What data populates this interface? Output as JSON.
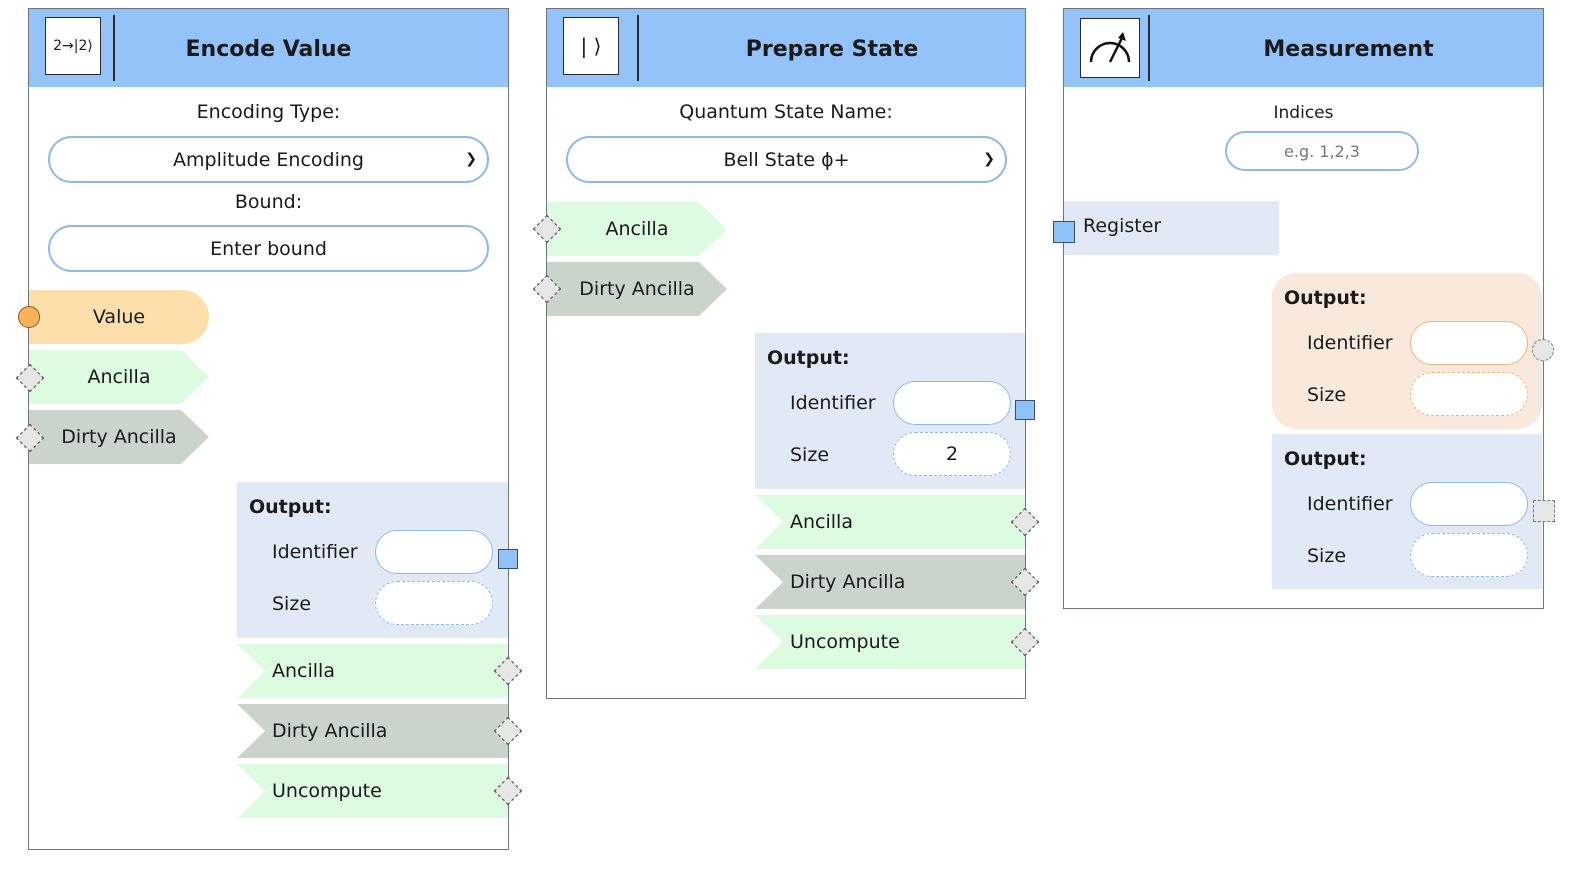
{
  "encode": {
    "title": "Encode Value",
    "icon_text": "2→|2⟩",
    "encoding_type_label": "Encoding Type:",
    "encoding_type_value": "Amplitude Encoding",
    "bound_label": "Bound:",
    "bound_placeholder": "Enter bound",
    "inputs": [
      "Value",
      "Ancilla",
      "Dirty Ancilla"
    ],
    "output_title": "Output:",
    "identifier_label": "Identifier",
    "size_label": "Size",
    "outputs": [
      "Ancilla",
      "Dirty Ancilla",
      "Uncompute"
    ]
  },
  "prepare": {
    "title": "Prepare State",
    "icon_text": "| ⟩",
    "state_label": "Quantum State Name:",
    "state_value": "Bell State ϕ+",
    "inputs": [
      "Ancilla",
      "Dirty Ancilla"
    ],
    "output_title": "Output:",
    "identifier_label": "Identifier",
    "size_label": "Size",
    "size_value": "2",
    "outputs": [
      "Ancilla",
      "Dirty Ancilla",
      "Uncompute"
    ]
  },
  "measure": {
    "title": "Measurement",
    "icon_name": "meter-icon",
    "indices_label": "Indices",
    "indices_placeholder": "e.g. 1,2,3",
    "register_label": "Register",
    "output1_title": "Output:",
    "output2_title": "Output:",
    "identifier_label": "Identifier",
    "size_label": "Size"
  },
  "colors": {
    "header": "#93c3f9",
    "green_tag": "#ddfbe0",
    "gray_tag": "#cad4ca",
    "value_tag": "#fcdfaa",
    "output_blue": "#e2e9f6",
    "output_orange": "#f9e9dc"
  }
}
